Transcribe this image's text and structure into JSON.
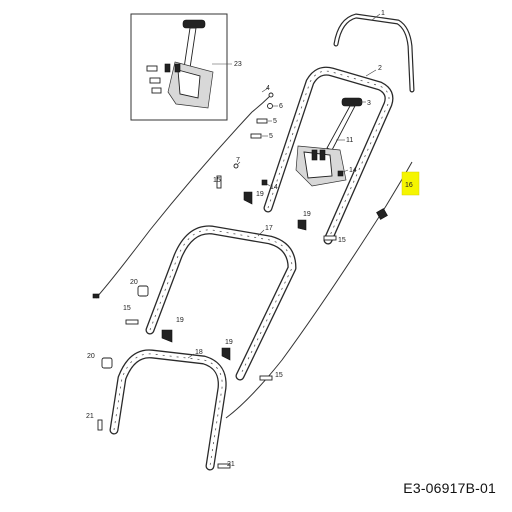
{
  "diagram": {
    "reference_code": "E3-06917B-01",
    "highlight_color": "#f5f500",
    "line_color": "#2a2a2a",
    "callouts": {
      "c1": "1",
      "c2": "2",
      "c3": "3",
      "c4": "4",
      "c5a": "5",
      "c5b": "5",
      "c6": "6",
      "c7": "7",
      "c11": "11",
      "c14a": "14",
      "c14b": "14",
      "c15a": "15",
      "c15b": "15",
      "c15c": "15",
      "c15d": "15",
      "c16": "16",
      "c17": "17",
      "c18": "18",
      "c19a": "19",
      "c19b": "19",
      "c19c": "19",
      "c19d": "19",
      "c20a": "20",
      "c20b": "20",
      "c21a": "21",
      "c21b": "21",
      "c23": "23"
    }
  }
}
